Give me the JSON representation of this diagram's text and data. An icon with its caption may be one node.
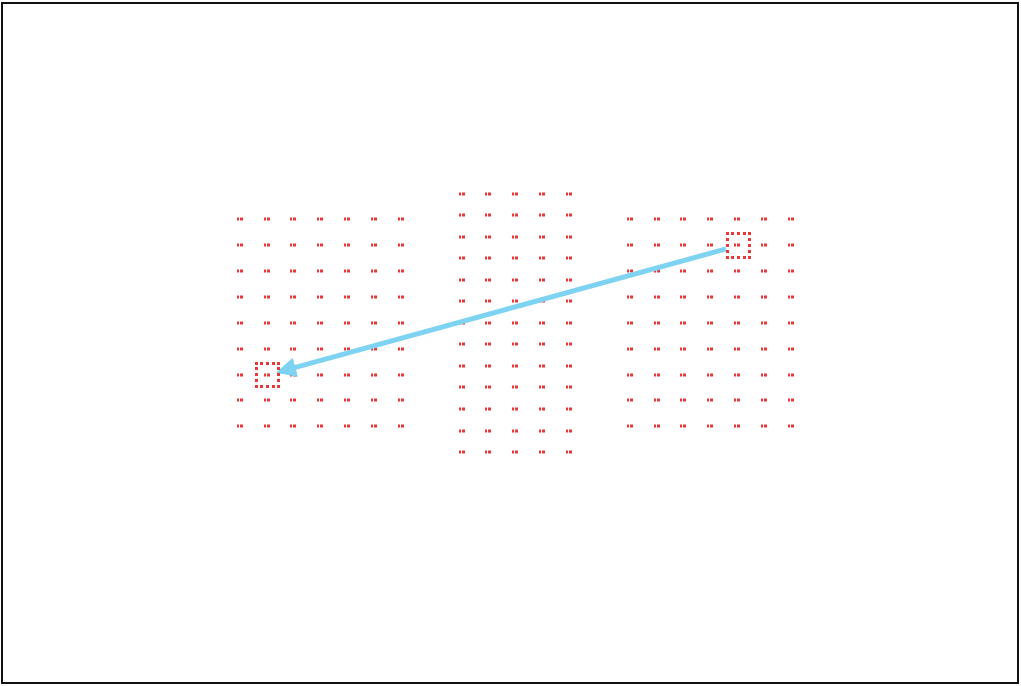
{
  "diagram": {
    "nodes": [
      {
        "text": [],
        "shape": "box"
      },
      {
        "text": [],
        "shape": "box"
      }
    ],
    "edges": [
      {
        "from": 1,
        "to": 0,
        "arrow": "to"
      }
    ]
  }
}
